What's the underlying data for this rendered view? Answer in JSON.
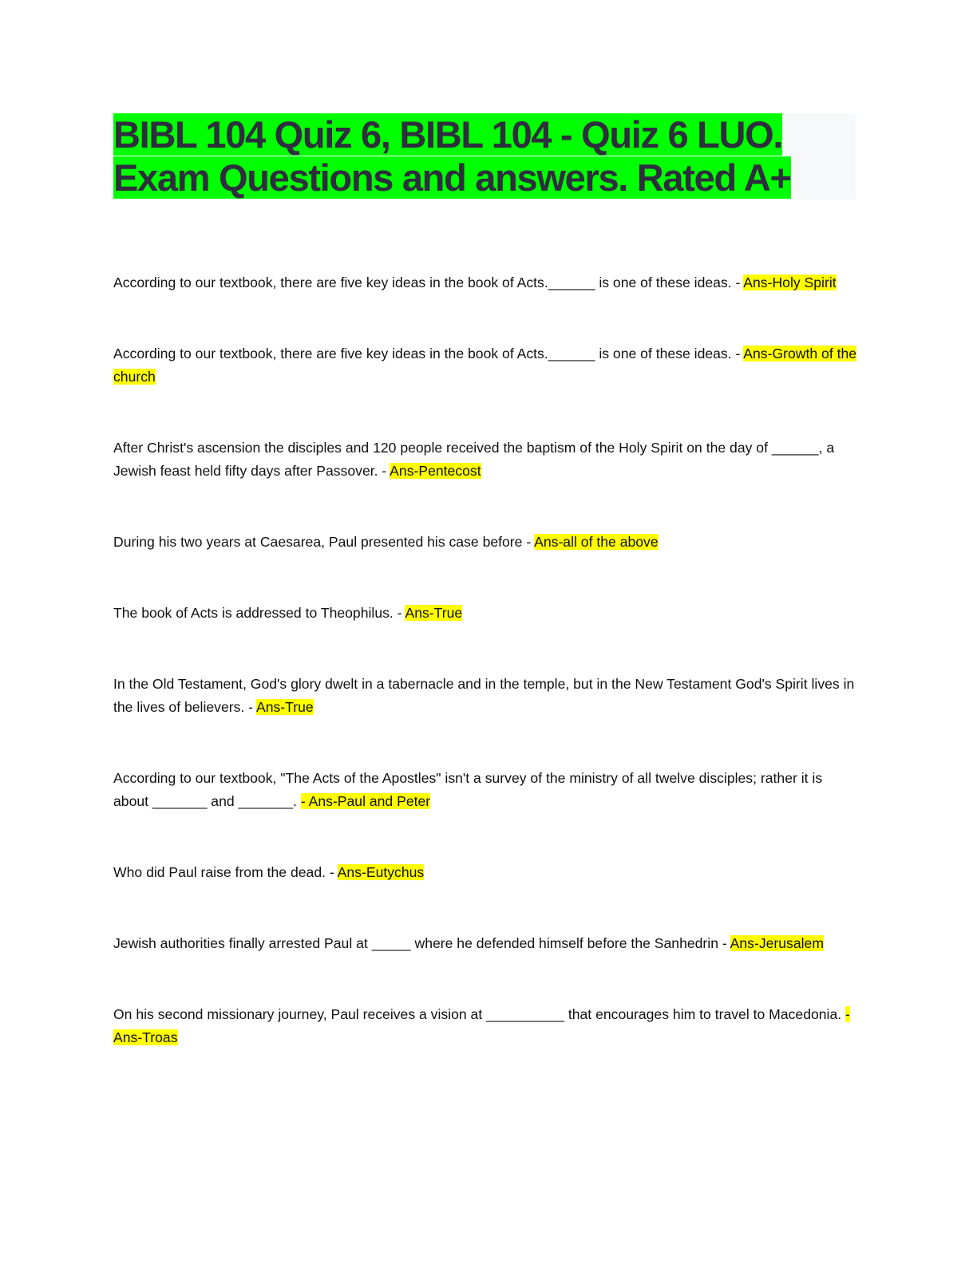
{
  "title": "BIBL 104 Quiz 6, BIBL 104 - Quiz 6 LUO. Exam Questions and answers. Rated A+",
  "items": [
    {
      "q": "According to our textbook, there are five key ideas in the book of Acts.______ is one of these ideas. - ",
      "a": "Ans-Holy Spirit"
    },
    {
      "q": "According to our textbook, there are five key ideas in the book of Acts.______ is one of these ideas. - ",
      "a": "Ans-Growth of the church"
    },
    {
      "q": "After Christ's ascension the disciples and 120 people received the baptism of the Holy Spirit on the day of ______, a Jewish feast held fifty days after Passover. - ",
      "a": "Ans-Pentecost"
    },
    {
      "q": "During his two years at Caesarea, Paul presented his case before - ",
      "a": "Ans-all of the above"
    },
    {
      "q": "The book of Acts is addressed to Theophilus. - ",
      "a": "Ans-True"
    },
    {
      "q": "In the Old Testament, God's glory dwelt in a tabernacle and in the temple, but in the New Testament God's Spirit lives in the lives of believers. - ",
      "a": "Ans-True"
    },
    {
      "q": "According to our textbook, \"The Acts of the Apostles\" isn't a survey of the ministry of all twelve disciples; rather it is about _______ and _______. ",
      "a": "- Ans-Paul and Peter"
    },
    {
      "q": "Who did Paul raise from the dead. - ",
      "a": "Ans-Eutychus"
    },
    {
      "q": "Jewish authorities finally arrested Paul at _____ where he defended himself before the Sanhedrin - ",
      "a": "Ans-Jerusalem"
    },
    {
      "q": "On his second missionary journey, Paul receives a vision at __________ that encourages him to travel to Macedonia. ",
      "a": "- Ans-Troas"
    }
  ],
  "colors": {
    "title_highlight": "#00ff00",
    "answer_highlight": "#ffff00",
    "title_text": "#2e2e3e"
  }
}
